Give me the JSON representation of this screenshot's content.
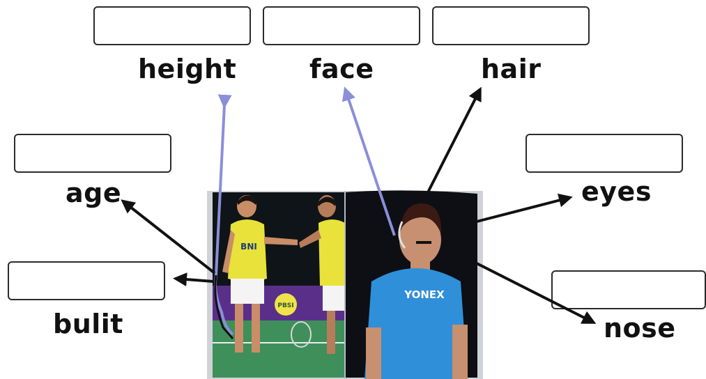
{
  "labels": {
    "height": "height",
    "face": "face",
    "hair": "hair",
    "age": "age",
    "eyes": "eyes",
    "bulit": "bulit",
    "nose": "nose"
  },
  "answer_boxes": {
    "height": "",
    "face": "",
    "hair": "",
    "age": "",
    "eyes": "",
    "bulit": "",
    "nose": ""
  },
  "photo": {
    "left_jersey_text": "BNI",
    "left_banner_text": "PBSI",
    "right_shirt_text": "YONEX"
  },
  "colors": {
    "arrow_purple": "#8a8fd8",
    "arrow_black": "#111111",
    "jersey_yellow": "#e8e23a",
    "shirt_blue": "#2f8fd8",
    "court_green": "#3f8f5a",
    "dark_bg": "#0d0f14"
  }
}
